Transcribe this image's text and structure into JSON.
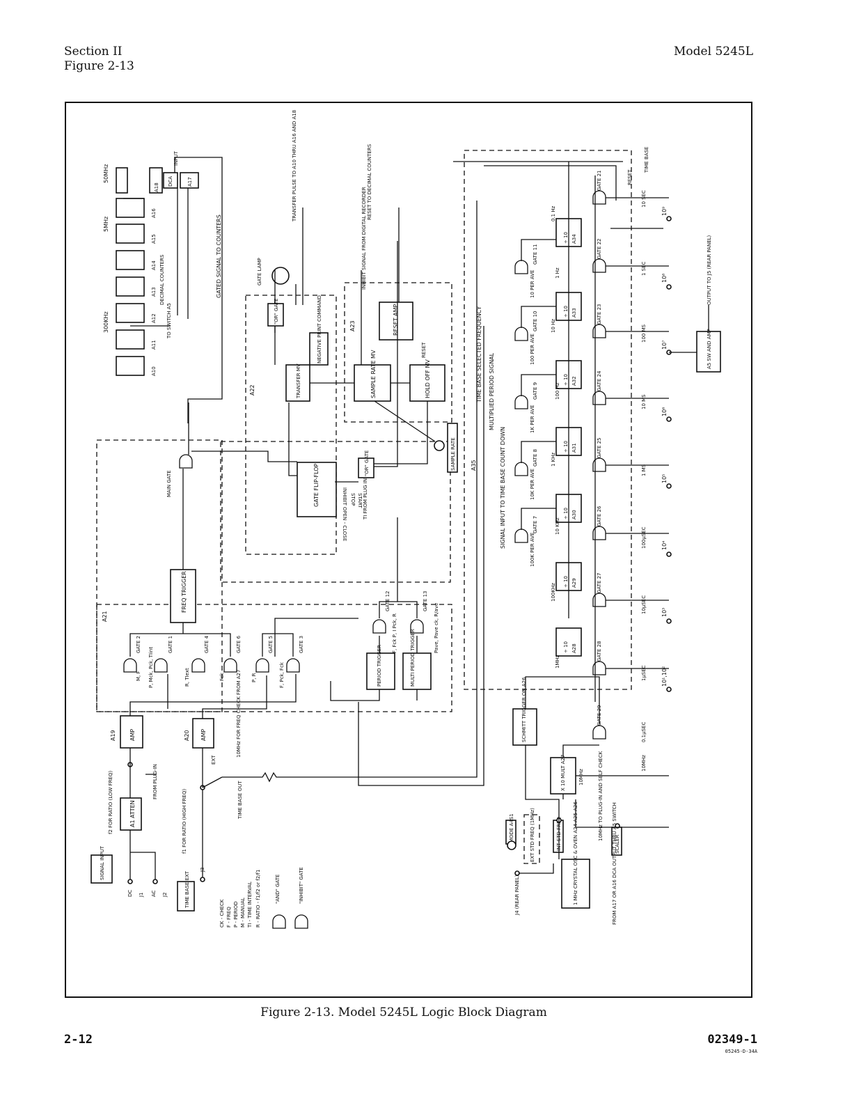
{
  "header": {
    "section": "Section II",
    "figure_ref": "Figure 2-13",
    "model": "Model 5245L"
  },
  "caption": "Figure 2-13.  Model 5245L Logic Block Diagram",
  "footer": {
    "page": "2-12",
    "doc_number": "02349-1",
    "code": "05245-D-34A"
  },
  "diagram": {
    "freq_ranges": {
      "r50": "50MHz",
      "r5": "5MHz",
      "r300": "300KHz"
    },
    "counters": {
      "a18": "A18",
      "a16": "A16",
      "a15": "A15",
      "a14": "A14",
      "a13": "A13",
      "a12": "A12",
      "a11": "A11",
      "a10": "A10",
      "decimal_counters": "DECIMAL COUNTERS",
      "dca": "DCA",
      "a17": "A17",
      "input": "INPUT",
      "to_switch_a5": "TO SWITCH A5",
      "gated_signal": "GATED SIGNAL TO COUNTERS",
      "transfer_pulse": "TRANSFER PULSE TO A10 THRU A16 AND A18",
      "reset_to": "RESET TO DECIMAL COUNTERS",
      "inhibit_signal": "INHIBIT SIGNAL FROM DIGITAL RECORDER",
      "gate_lamp": "GATE LAMP"
    },
    "a22": {
      "label": "A22",
      "or_gate": "\"OR\" GATE",
      "neg_print": "NEGATIVE PRINT COMMAND",
      "transfer_mv": "TRANSFER MV",
      "gate_ff": "GATE FLIP-FLOP",
      "inhibit": "INHIBIT",
      "open_close": "OPEN - CLOSE",
      "stop": "STOP",
      "start": "START",
      "ti_from": "TI FROM PLUG IN",
      "or_gate2": "\"OR\" GATE"
    },
    "a23": {
      "label": "A23",
      "reset_amp": "RESET AMP",
      "sample_rate_mv": "SAMPLE RATE MV",
      "hold_off_mv": "HOLD OFF MV",
      "reset": "RESET",
      "sample_rate": "SAMPLE RATE"
    },
    "a21": {
      "label": "A21",
      "main_gate": "MAIN GATE",
      "freq_trigger": "FREQ TRIGGER",
      "gate2": "GATE 2",
      "gate2_in": "M, F",
      "gate1": "GATE 1",
      "gate1_in": "P, Mck, Pck, TIint",
      "gate4": "GATE 4",
      "gate4_in": "R, TIext",
      "gate6": "GATE 6",
      "gate6_in": "Fck",
      "gate5": "GATE 5",
      "gate5_in": "P, R",
      "gate3": "GATE 3",
      "gate3_in": "F, Pck, Fck",
      "gate12": "GATE 12",
      "gate12_in": "F, Fck P, I Pck, R",
      "gate13": "GATE 13",
      "gate13_in": "Pave, Pave ck, R/ave",
      "period_trigger": "PERIOD TRIGGER",
      "multi_period_trigger": "MULTI PERIOD TRIGGER"
    },
    "input_section": {
      "a19": "A19",
      "amp1": "AMP",
      "a20": "A20",
      "amp2": "AMP",
      "a1": "A1 ATTEN",
      "f2": "f2 FOR RATIO (LOW FREQ)",
      "f1": "f1 FOR RATIO (HIGH FREQ)",
      "from_plugin": "FROM PLUG-IN",
      "ext": "EXT",
      "time_base_out": "TIME BASE OUT",
      "freq_check": "10MHz FOR FREQ CHECK FROM A27",
      "signal_input": "SIGNAL INPUT",
      "dc": "DC",
      "j1": "J1",
      "ac": "AC",
      "j2": "J2",
      "j3": "J3",
      "time_base_ext": "TIME BASE EXT"
    },
    "legend": {
      "lines": [
        "CK - CHECK",
        "F - FREQ",
        "P - PERIOD",
        "M - MANUAL",
        "TI - TIME INTERVAL",
        "R - RATIO - f1/f2 or f2/f1"
      ],
      "and_gate": "\"AND\" GATE",
      "inhibit_gate": "\"INHIBIT\" GATE"
    },
    "a35": {
      "label": "A35",
      "time_base_freq": "TIME BASE SELECTED FREQUENCY",
      "mult_period": "MULTIPLIED PERIOD SIGNAL",
      "signal_input_tb": "SIGNAL INPUT TO TIME BASE COUNT DOWN",
      "reset": "RESET",
      "time_base": "TIME BASE",
      "dividers": [
        "A34",
        "A33",
        "A32",
        "A31",
        "A30",
        "A29",
        "A28"
      ],
      "div_label": "÷ 10",
      "tap_freqs": [
        "0.1 Hz",
        "1 Hz",
        "10 Hz",
        "100 Hz",
        "1 KHz",
        "10 KHz",
        "100KHz",
        "1MHz"
      ],
      "gates_out": [
        "GATE 21",
        "GATE 22",
        "GATE 23",
        "GATE 24",
        "GATE 25",
        "GATE 26",
        "GATE 27",
        "GATE 28",
        "GATE 29"
      ],
      "gates_ave": [
        "GATE 11",
        "GATE 10",
        "GATE 9",
        "GATE 8",
        "GATE 7"
      ],
      "ave_labels": [
        "10 PER AVE",
        "100 PER AVE",
        "1K PER AVE",
        "10K PER AVE",
        "100K PER AVE"
      ],
      "time_labels": [
        "10 SEC",
        "1 SEC",
        "100 MS",
        "10 MS",
        "1 MS",
        "100µSEC",
        "10µSEC",
        "1µSEC",
        "0.1µSEC",
        "10MHz"
      ],
      "exponents": [
        "10⁹",
        "10⁸",
        "10⁷",
        "10⁶",
        "10⁵",
        "10⁴",
        "10³",
        "10¹,10²"
      ]
    },
    "output": {
      "a5": "A5 SW AND AMP",
      "output": "OUTPUT TO J5 (REAR PANEL)"
    },
    "osc": {
      "schmitt": "SCHMITT TRIGGER ON A26",
      "x10": "X 10 MULT A27",
      "tenmhz": "10MHz",
      "to_plugin": "10MHz TO PLUG-IN AND SELF CHECK",
      "mode": "MODE A4S1",
      "ext_std": "EXT STD FREQ (1MHz)",
      "int_std": "INT STD FREQ",
      "crystal": "1 MHz CRYSTAL OSC & OVEN A24 A25 A26",
      "j4": "J4 (REAR PANEL)",
      "scaler": "SCALER",
      "from_a17": "FROM A17 OR A16 DCA OUTPUT THRU A5 SWITCH"
    }
  }
}
